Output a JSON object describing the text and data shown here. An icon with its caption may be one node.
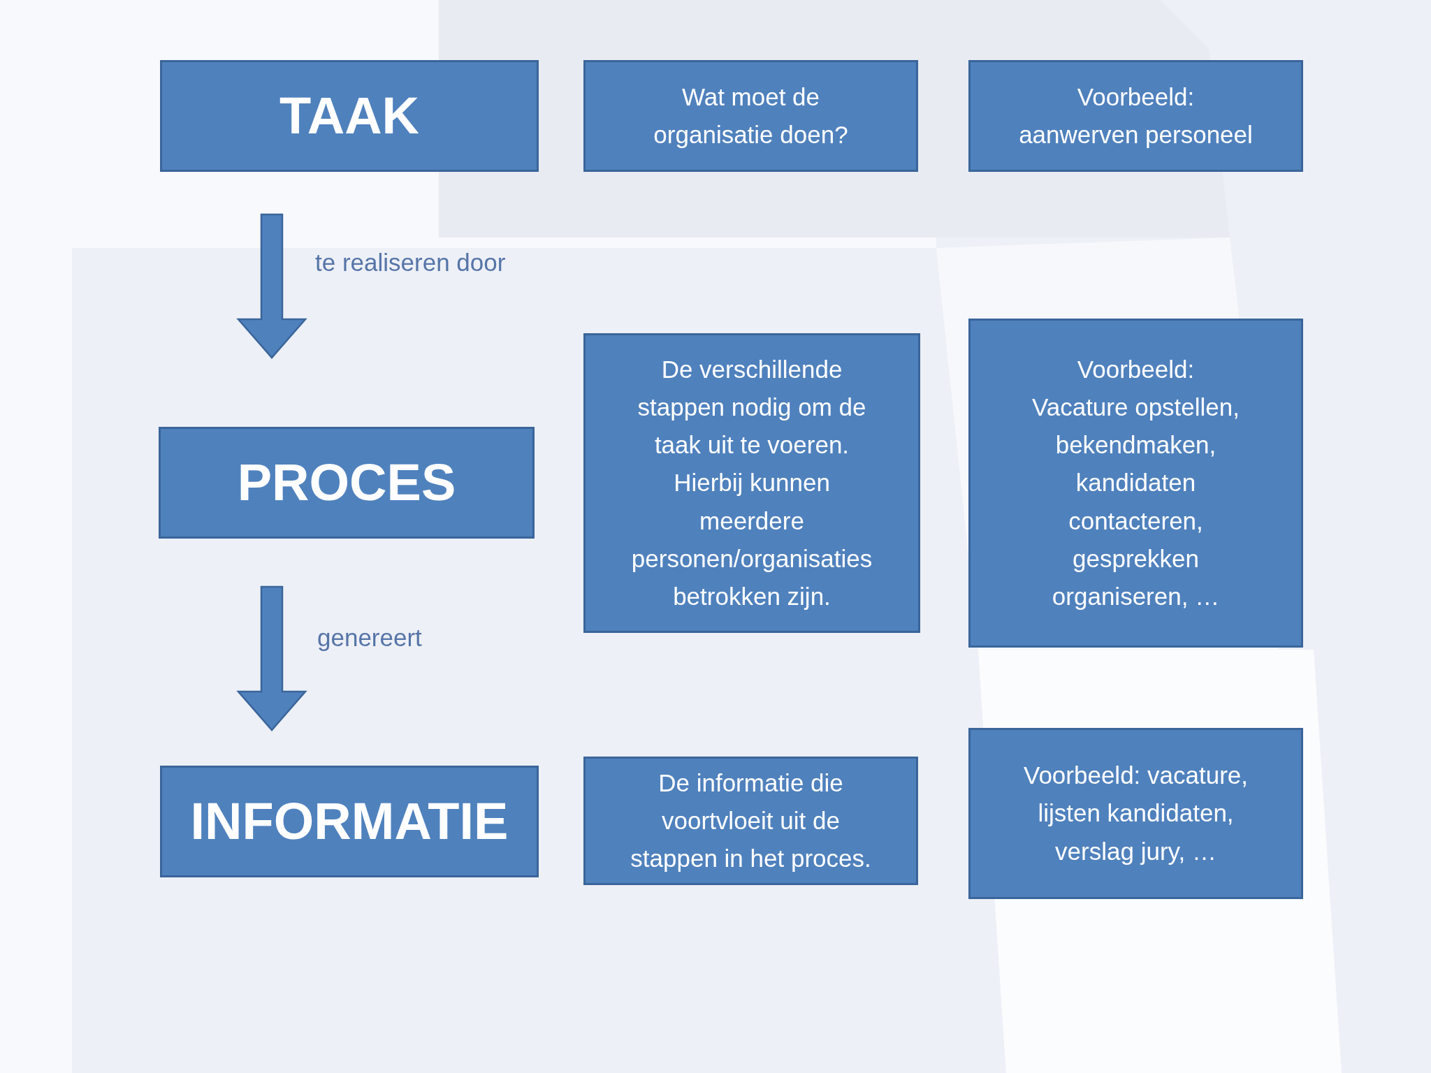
{
  "diagram": {
    "nodes": [
      {
        "text": [
          "TAAK"
        ]
      },
      {
        "text": [
          "Wat moet de organisatie doen?"
        ]
      },
      {
        "text": [
          "Voorbeeld: aanwerven personeel"
        ]
      },
      {
        "text": [
          "PROCES"
        ]
      },
      {
        "text": [
          "De verschillende stappen nodig om de taak uit te voeren. Hierbij kunnen meerdere personen/organisaties betrokken zijn."
        ]
      },
      {
        "text": [
          "Voorbeeld: Vacature opstellen, bekendmaken, kandidaten contacteren, gesprekken organiseren, …"
        ]
      },
      {
        "text": [
          "INFORMATIE"
        ]
      },
      {
        "text": [
          "De informatie die voortvloeit uit de stappen in het proces."
        ]
      },
      {
        "text": [
          "Voorbeeld: vacature, lijsten kandidaten, verslag jury, …"
        ]
      }
    ],
    "edges": [
      {
        "from": 0,
        "to": 3,
        "arrow": "to",
        "label": "te realiseren door"
      },
      {
        "from": 3,
        "to": 6,
        "arrow": "to",
        "label": "genereert"
      }
    ]
  }
}
